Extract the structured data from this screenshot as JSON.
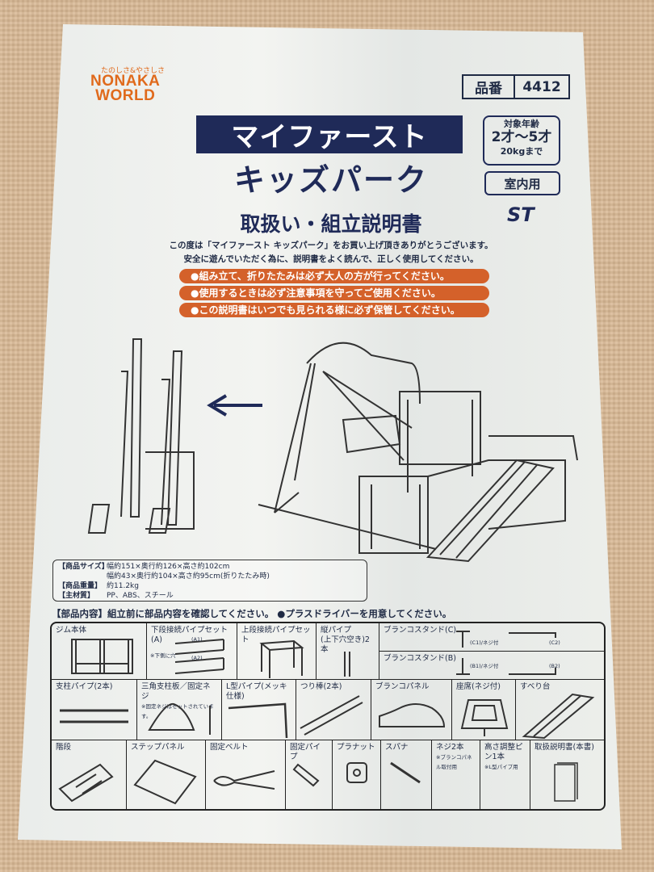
{
  "brand": {
    "tagline": "たのしさ&やさしさ",
    "name_line1": "NONAKA",
    "name_line2": "WORLD"
  },
  "product_number": {
    "label": "品番",
    "value": "4412"
  },
  "title": {
    "line1": "マイファースト",
    "line2": "キッズパーク",
    "subtitle": "取扱い・組立説明書"
  },
  "age": {
    "label": "対象年齢",
    "range": "2才～5才",
    "weight": "20kgまで"
  },
  "usage": "室内用",
  "st_mark": "ST",
  "intro": [
    "この度は「マイファースト キッズパーク」をお買い上げ頂きありがとうございます。",
    "安全に遊んでいただく為に、説明書をよく読んで、正しく使用してください。"
  ],
  "warnings": [
    "●組み立て、折りたたみは必ず大人の方が行ってください。",
    "●使用するときは必ず注意事項を守ってご使用ください。",
    "●この説明書はいつでも見られる様に必ず保管してください。"
  ],
  "specs": [
    {
      "key": "【商品サイズ】",
      "value": "幅約151×奥行約126×高さ約102cm"
    },
    {
      "key": "",
      "value": "幅約43×奥行約104×高さ約95cm(折りたたみ時)"
    },
    {
      "key": "【商品重量】",
      "value": "約11.2kg"
    },
    {
      "key": "【主材質】",
      "value": "PP、ABS、スチール"
    }
  ],
  "parts_heading": "【部品内容】組立前に部品内容を確認してください。 ●プラスドライバーを用意してください。",
  "parts": {
    "gym": "ジム本体",
    "lower_pipe": "下段接続パイプセット(A)",
    "lower_a1": "(A1)",
    "lower_a2": "(A2)",
    "lower_note": "※下側に穴",
    "upper_pipe": "上段接続パイプセット",
    "vertical_pipe": "縦パイプ\n(上下穴空き)2本",
    "stand_c": "ブランコスタンド(C)",
    "c1": "(C1)/ネジ付",
    "c2": "(C2)",
    "stand_b": "ブランコスタンド(B)",
    "b1": "(B1)/ネジ付",
    "b2": "(B2)",
    "support_pipe": "支柱パイプ(2本)",
    "triangle": "三角支柱板／固定ネジ",
    "triangle_note": "※固定ネジはセットされています。",
    "l_pipe": "L型パイプ(メッキ仕様)",
    "hanger": "つり棒(2本)",
    "swing_panel": "ブランコパネル",
    "seat": "座席(ネジ付)",
    "slide": "すべり台",
    "stairs": "階段",
    "step_panel": "ステップパネル",
    "belt": "固定ベルト",
    "fixing_pipe": "固定パイプ",
    "plastic_nut": "プラナット",
    "spanner": "スパナ",
    "screws": "ネジ2本",
    "screws_note": "※ブランコパネル取付用",
    "pin": "高さ調整ピン1本",
    "pin_note": "※L型パイプ用",
    "manual": "取扱説明書(本書)"
  },
  "colors": {
    "navy": "#1f2a58",
    "orange": "#d4612a",
    "logo_orange": "#e06a1c",
    "mat": "#d8b894"
  }
}
